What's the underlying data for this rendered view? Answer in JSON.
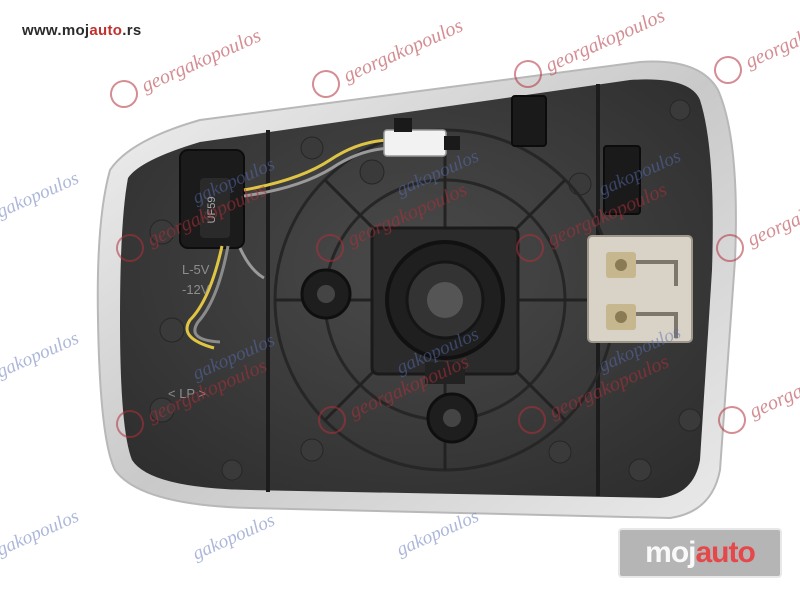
{
  "watermark": {
    "site_url_prefix": "www.",
    "site_url_brand_a": "moj",
    "site_url_brand_b": "auto",
    "site_url_suffix": ".rs",
    "logo_part_a": "moj",
    "logo_part_b": "auto",
    "pattern_word_1": "georgakopoulos",
    "pattern_word_2": "gakopoulos",
    "accent_color": "#c0302c"
  },
  "product": {
    "label_line_1": "L-5V",
    "label_line_2": "-12V",
    "label_side": "< LP >",
    "connector_text": "UF59"
  }
}
